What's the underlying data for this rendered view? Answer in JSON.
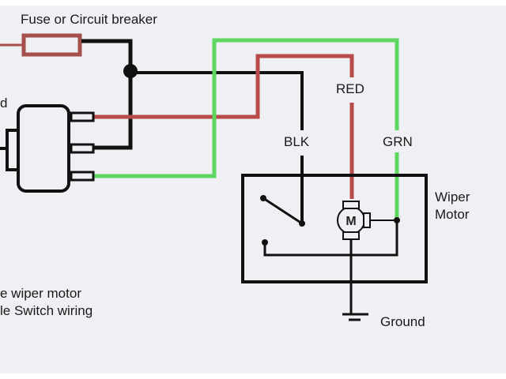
{
  "diagram": {
    "title_lines": [
      "e wiper motor",
      "le Switch wiring"
    ],
    "labels": {
      "fuse": "Fuse or Circuit breaker",
      "left_partial": "d",
      "wire_black": "BLK",
      "wire_red": "RED",
      "wire_green": "GRN",
      "motor_line1": "Wiper",
      "motor_line2": "Motor",
      "ground": "Ground",
      "motor_symbol": "M"
    },
    "colors": {
      "black_wire": "#111111",
      "red_wire": "#b84a4a",
      "green_wire": "#5fd65f",
      "fuse": "#a5504a",
      "background": "#eef0f3"
    }
  }
}
